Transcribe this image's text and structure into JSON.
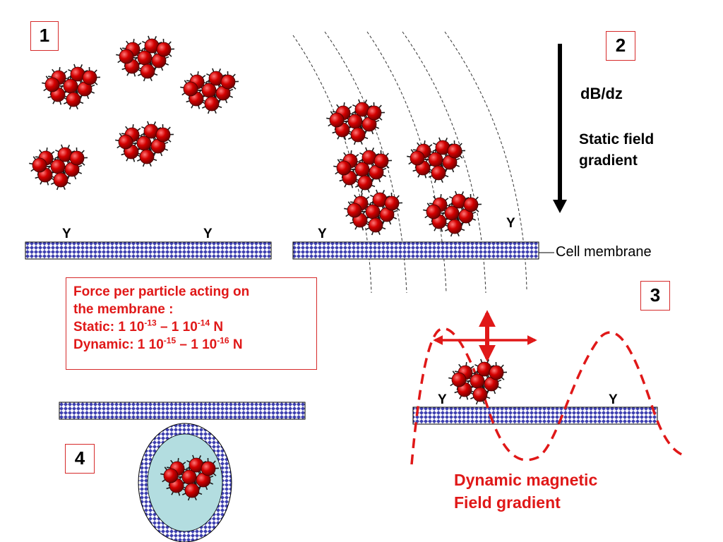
{
  "panels": {
    "p1": "1",
    "p2": "2",
    "p3": "3",
    "p4": "4"
  },
  "receptor_label": "Y",
  "gradient": {
    "symbol": "dB/dz",
    "line1": "Static field",
    "line2": "gradient"
  },
  "membrane_label": "Cell membrane",
  "force_box": {
    "line1": "Force per particle acting on",
    "line2": "the membrane :",
    "static_prefix": "Static: 1 10",
    "static_exp1": "-13",
    "static_mid": " – 1 10",
    "static_exp2": "-14",
    "static_unit": " N",
    "dynamic_prefix": "Dynamic: 1 10",
    "dynamic_exp1": "-15",
    "dynamic_mid": " – 1 10",
    "dynamic_exp2": "-16",
    "dynamic_unit": " N"
  },
  "dynamic_label": {
    "line1": "Dynamic magnetic",
    "line2": "Field gradient"
  },
  "colors": {
    "particle": "#d40000",
    "accent_red": "#e01818",
    "membrane_blue": "#3d3fb0",
    "vesicle_fill": "#b3dde0"
  }
}
